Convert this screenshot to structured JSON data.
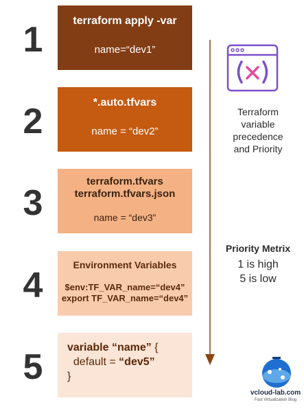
{
  "levels": [
    {
      "number": "1",
      "title": "terraform apply -var",
      "value": "name=“dev1”"
    },
    {
      "number": "2",
      "title": "*.auto.tfvars",
      "value": "name = “dev2”"
    },
    {
      "number": "3",
      "title_line1": "terraform.tfvars",
      "title_line2": "terraform.tfvars.json",
      "value": "name = “dev3”"
    },
    {
      "number": "4",
      "title": "Environment Variables",
      "line1": "$env:TF_VAR_name=“dev4”",
      "line2": "export TF_VAR_name=“dev4”"
    },
    {
      "number": "5",
      "code_kw": "variable ",
      "code_name": "“name”",
      "code_open": " {",
      "code_default_label": "  default = ",
      "code_default_value": "“dev5”",
      "code_close": "}"
    }
  ],
  "sidebar": {
    "caption_line1": "Terraform",
    "caption_line2": "variable",
    "caption_line3": "precedence",
    "caption_line4": "and Priority",
    "priority_title": "Priority Metrix",
    "priority_high": "1 is high",
    "priority_low": "5 is low",
    "icon": "variable-window-icon"
  },
  "logo": {
    "name": "vcloud-lab.com",
    "tagline": "Fast Virtualization Blog",
    "icon": "flask-icon"
  },
  "colors": {
    "level1": "#833d14",
    "level2": "#c55a11",
    "level3": "#f4b183",
    "level4": "#f8cbad",
    "level5": "#fbe5d6",
    "arrow": "#8b4513",
    "icon": "#7b4fc9"
  }
}
